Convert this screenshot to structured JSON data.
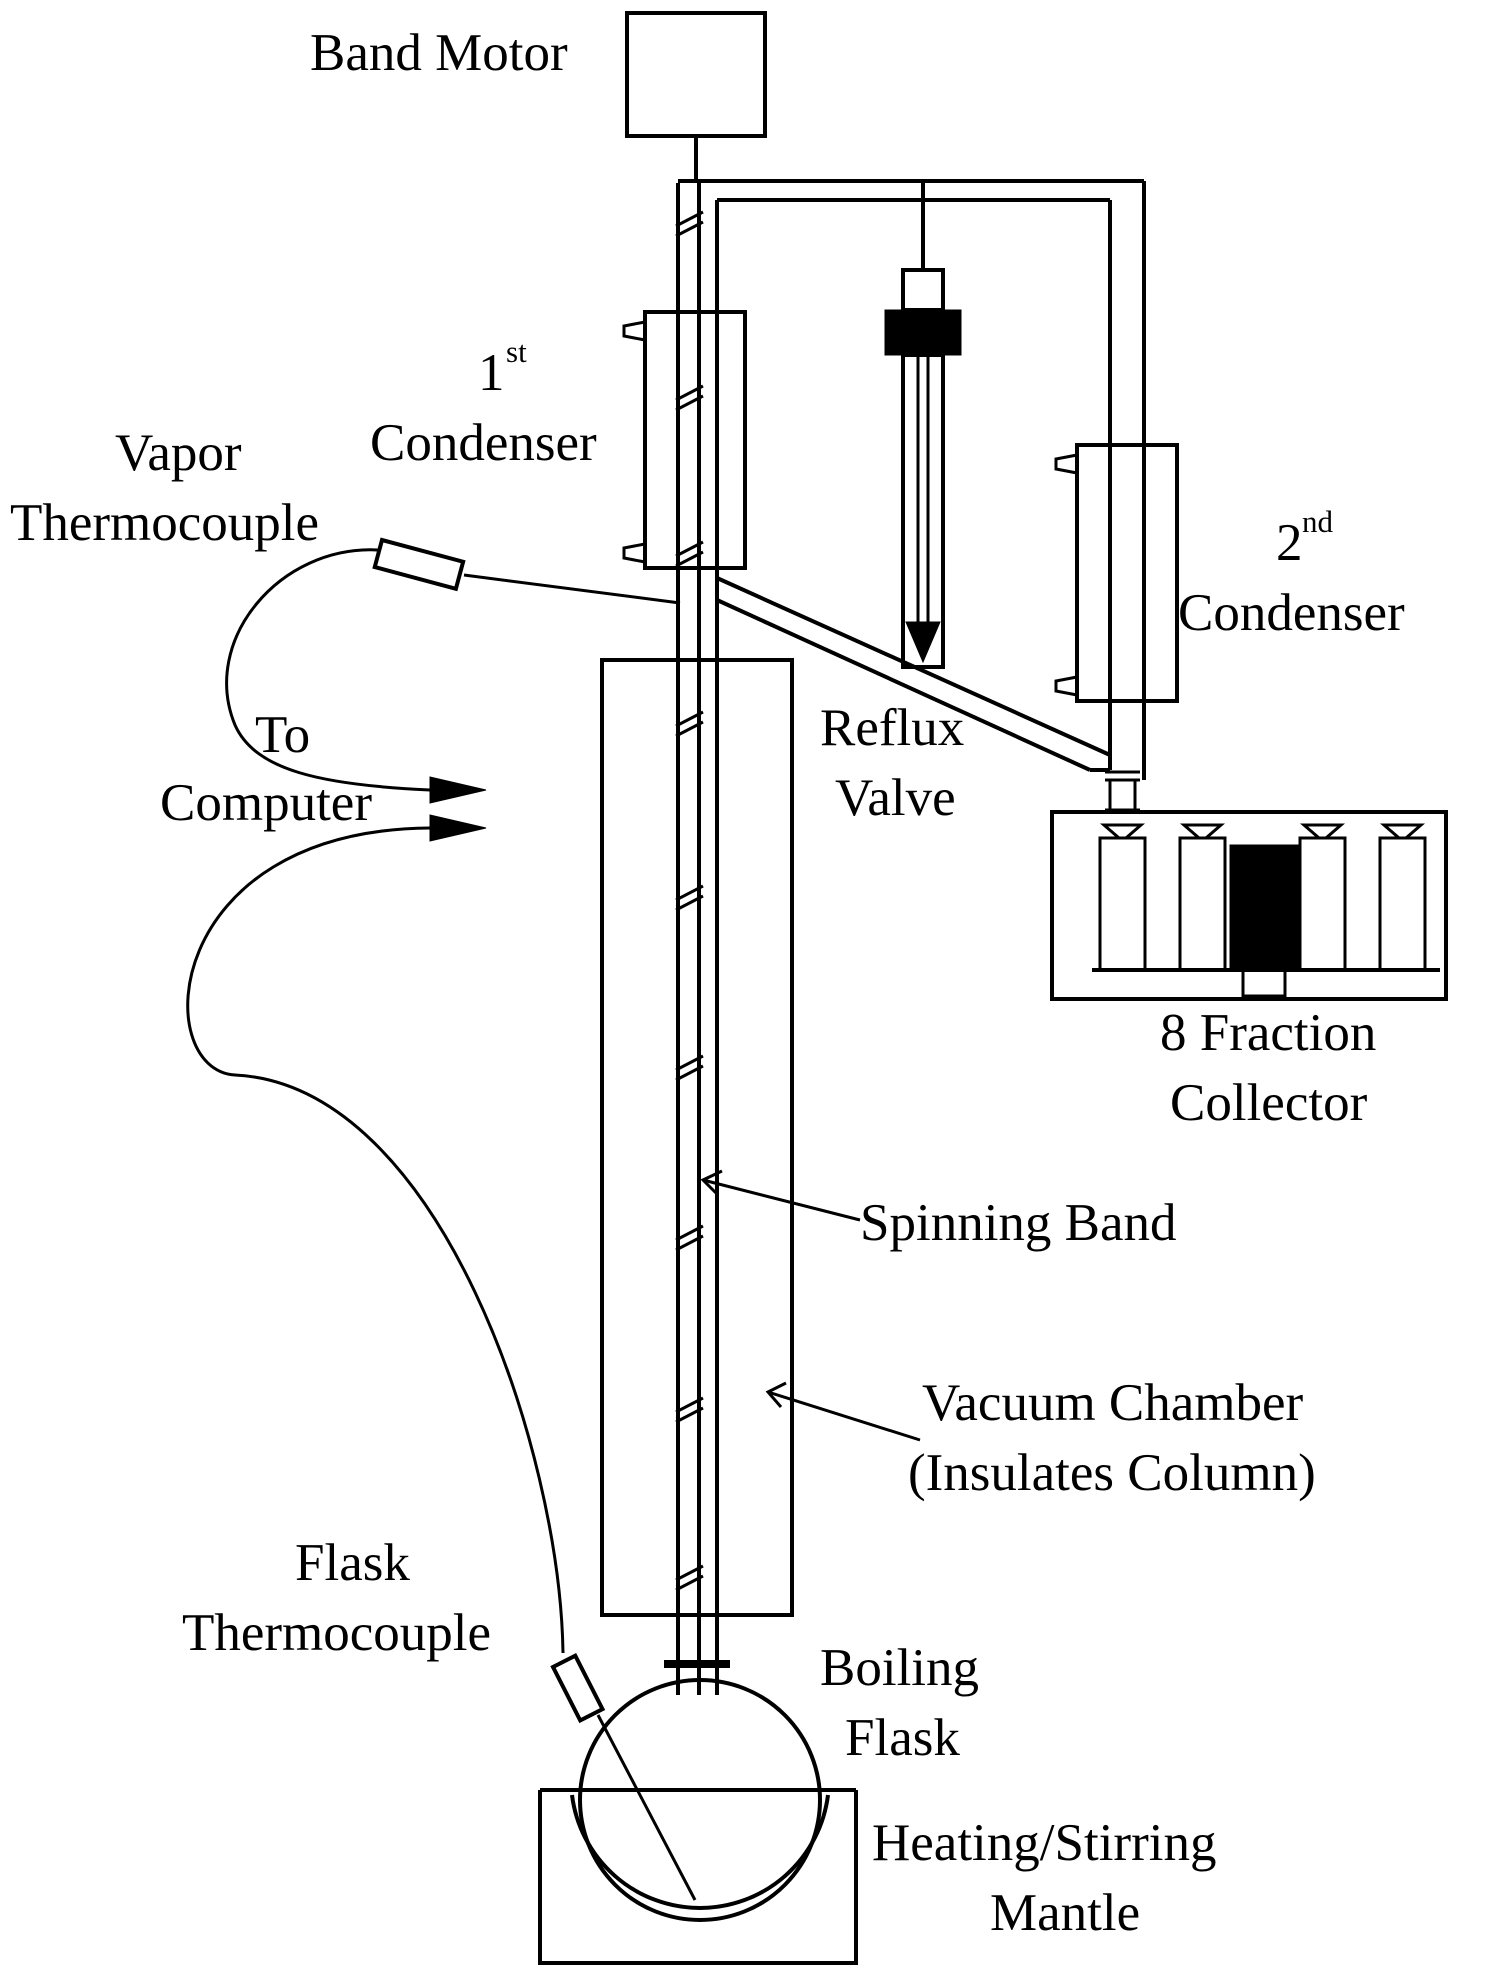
{
  "labels": {
    "band_motor": "Band Motor",
    "condenser1_num": "1",
    "condenser1_sup": "st",
    "condenser1_word": "Condenser",
    "condenser2_num": "2",
    "condenser2_sup": "nd",
    "condenser2_word": "Condenser",
    "vapor_tc_line1": "Vapor",
    "vapor_tc_line2": "Thermocouple",
    "to_computer_line1": "To",
    "to_computer_line2": "Computer",
    "reflux_line1": "Reflux",
    "reflux_line2": "Valve",
    "collector_line1": "8 Fraction",
    "collector_line2": "Collector",
    "spinning_band": "Spinning Band",
    "vacuum_line1": "Vacuum Chamber",
    "vacuum_line2": "(Insulates Column)",
    "flask_tc_line1": "Flask",
    "flask_tc_line2": "Thermocouple",
    "boiling_line1": "Boiling",
    "boiling_line2": "Flask",
    "mantle_line1": "Heating/Stirring",
    "mantle_line2": "Mantle"
  }
}
